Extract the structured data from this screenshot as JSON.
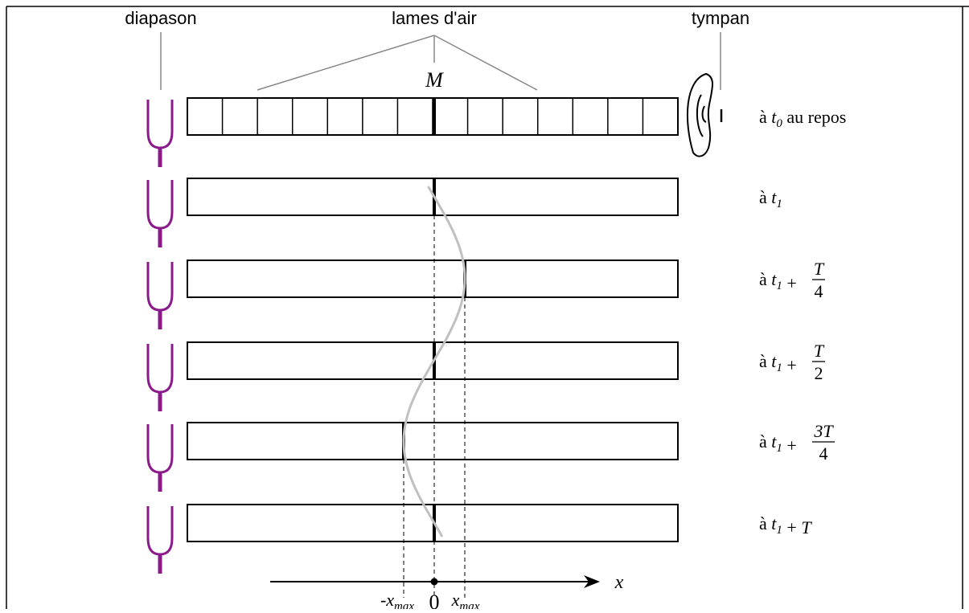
{
  "labels": {
    "tuning_fork": "diapason",
    "air_layers": "lames d'air",
    "point": "M",
    "eardrum": "tympan",
    "axis_var": "x",
    "origin": "0",
    "neg_x_sign": "-",
    "x_letter": "x",
    "x_sub": "max"
  },
  "rows": [
    {
      "prefix": "à ",
      "var": "t",
      "sub": "0",
      "suffix": " au repos",
      "plus": "",
      "num": "",
      "den": "",
      "tail": "",
      "displacement": 0
    },
    {
      "prefix": "à ",
      "var": "t",
      "sub": "1",
      "suffix": "",
      "plus": "",
      "num": "",
      "den": "",
      "tail": "",
      "displacement": 0
    },
    {
      "prefix": "à ",
      "var": "t",
      "sub": "1",
      "suffix": "",
      "plus": " + ",
      "num": "T",
      "den": "4",
      "tail": "",
      "displacement": 1
    },
    {
      "prefix": "à ",
      "var": "t",
      "sub": "1",
      "suffix": "",
      "plus": " + ",
      "num": "T",
      "den": "2",
      "tail": "",
      "displacement": 0
    },
    {
      "prefix": "à ",
      "var": "t",
      "sub": "1",
      "suffix": "",
      "plus": " + ",
      "num": "3T",
      "den": "4",
      "tail": "",
      "displacement": -1
    },
    {
      "prefix": "à ",
      "var": "t",
      "sub": "1",
      "suffix": "",
      "plus": " + ",
      "num": "",
      "den": "",
      "tail": "T",
      "displacement": 0
    }
  ],
  "colors": {
    "fork": "#8b1a8b",
    "curve": "#c0c0c0",
    "line": "#000000"
  }
}
